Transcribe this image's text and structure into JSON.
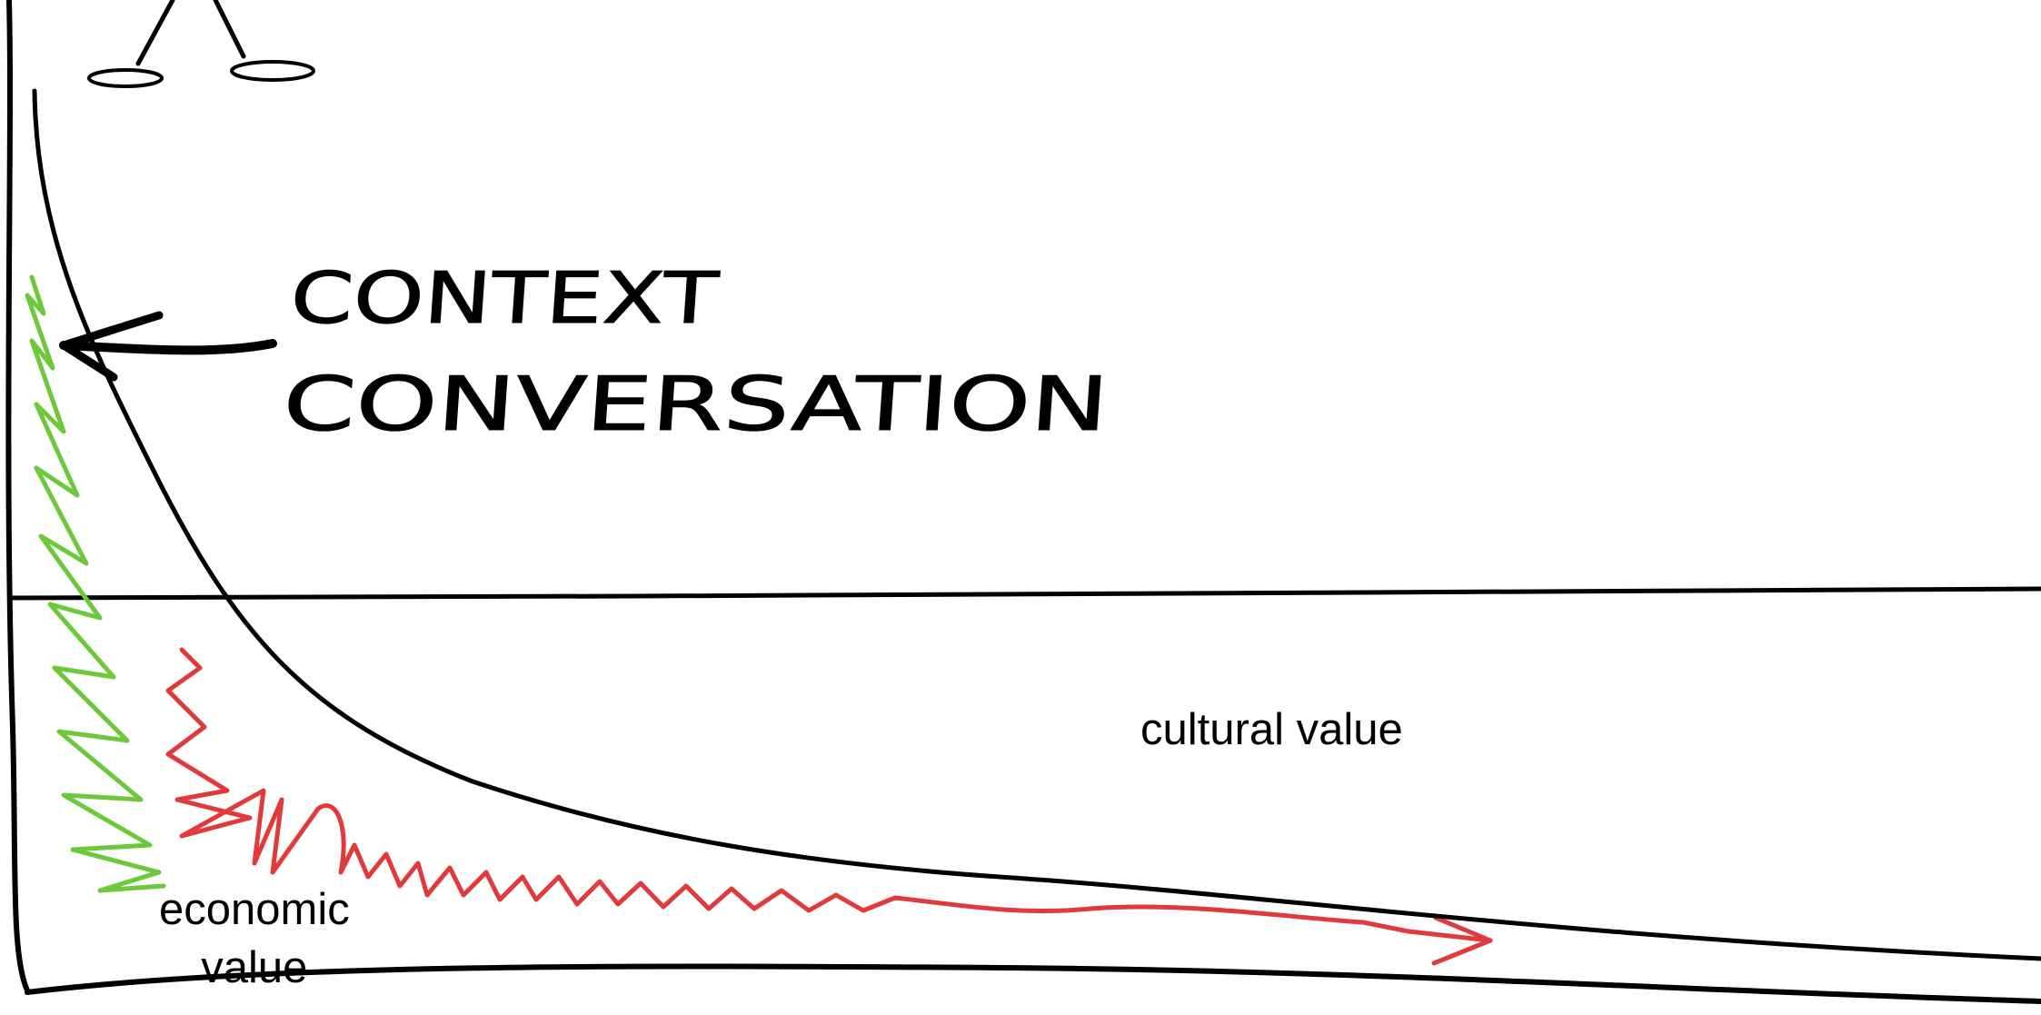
{
  "annotation": {
    "line1": "CONTEXT",
    "line2": "CONVERSATION"
  },
  "labels": {
    "cultural_value": "cultural value",
    "economic_value_line1": "economic",
    "economic_value_line2": "value"
  },
  "colors": {
    "ink": "#000000",
    "context_scribble": "#6cc93c",
    "economic_scribble": "#e03a3a",
    "background": "#ffffff"
  }
}
